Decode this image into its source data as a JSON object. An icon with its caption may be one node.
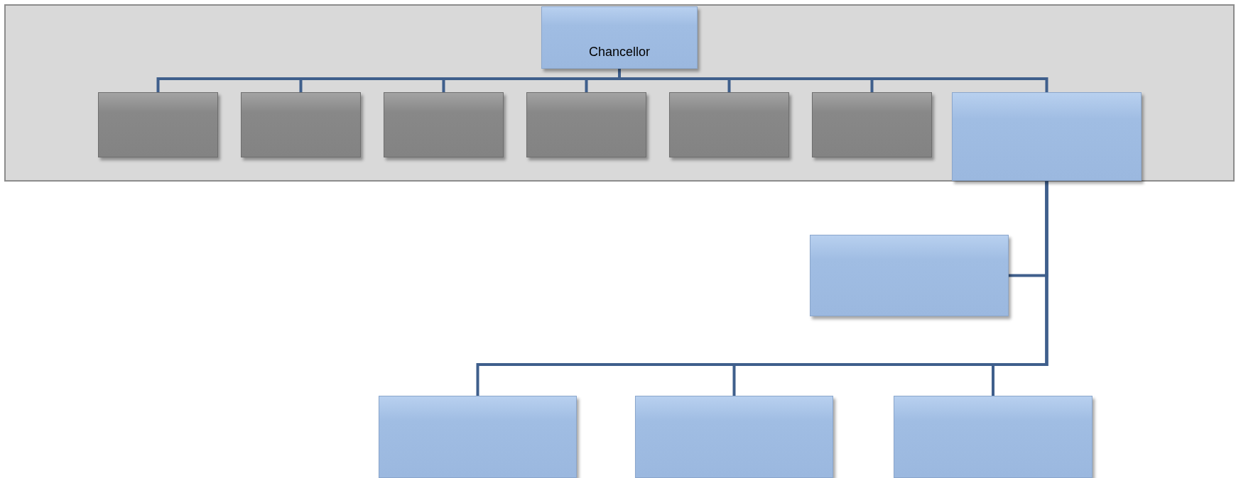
{
  "diagram": {
    "nodes": [
      {
        "text": [],
        "shape": "box"
      },
      {
        "text": [
          "Chancellor"
        ],
        "in": 0
      },
      {
        "text": [],
        "shape": "box",
        "in": 0
      },
      {
        "text": [],
        "shape": "box",
        "in": 0
      },
      {
        "text": [],
        "shape": "box",
        "in": 0
      },
      {
        "text": [],
        "shape": "box",
        "in": 0
      },
      {
        "text": [],
        "shape": "box",
        "in": 0
      },
      {
        "text": [],
        "shape": "box",
        "in": 0
      },
      {
        "text": [],
        "shape": "box",
        "in": 0
      },
      {
        "text": [],
        "shape": "box"
      },
      {
        "text": [],
        "shape": "box"
      },
      {
        "text": [],
        "shape": "box"
      },
      {
        "text": [],
        "shape": "box"
      }
    ],
    "edges": [
      {
        "from": 1,
        "to": 2,
        "arrow": "none"
      },
      {
        "from": 1,
        "to": 3,
        "arrow": "none"
      },
      {
        "from": 1,
        "to": 4,
        "arrow": "none"
      },
      {
        "from": 1,
        "to": 5,
        "arrow": "none"
      },
      {
        "from": 1,
        "to": 6,
        "arrow": "none"
      },
      {
        "from": 1,
        "to": 7,
        "arrow": "none"
      },
      {
        "from": 1,
        "to": 8,
        "arrow": "none"
      },
      {
        "from": 8,
        "to": 9,
        "arrow": "none"
      },
      {
        "from": 8,
        "to": 10,
        "arrow": "none"
      },
      {
        "from": 8,
        "to": 11,
        "arrow": "none"
      },
      {
        "from": 8,
        "to": 12,
        "arrow": "none"
      }
    ]
  }
}
